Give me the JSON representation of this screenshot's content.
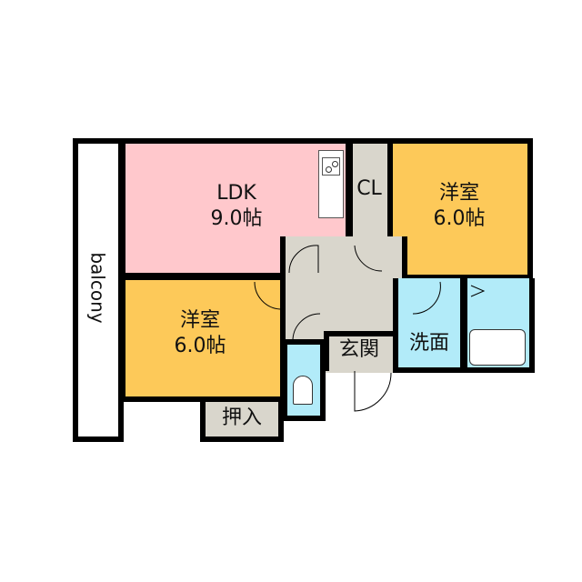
{
  "colors": {
    "ldk": "#ffc8cc",
    "western_room": "#fdc959",
    "corridor": "#d9d6cc",
    "water": "#b2ebf9",
    "wall": "#000000",
    "balcony": "#ffffff"
  },
  "rooms": {
    "balcony": {
      "label": "balcony"
    },
    "ldk": {
      "name": "LDK",
      "size": "9.0帖"
    },
    "cl": {
      "label": "CL"
    },
    "western_room_1": {
      "name": "洋室",
      "size": "6.0帖"
    },
    "western_room_2": {
      "name": "洋室",
      "size": "6.0帖"
    },
    "oshiire": {
      "label": "押入"
    },
    "genkan": {
      "label": "玄関"
    },
    "senmen": {
      "label": "洗面"
    }
  }
}
